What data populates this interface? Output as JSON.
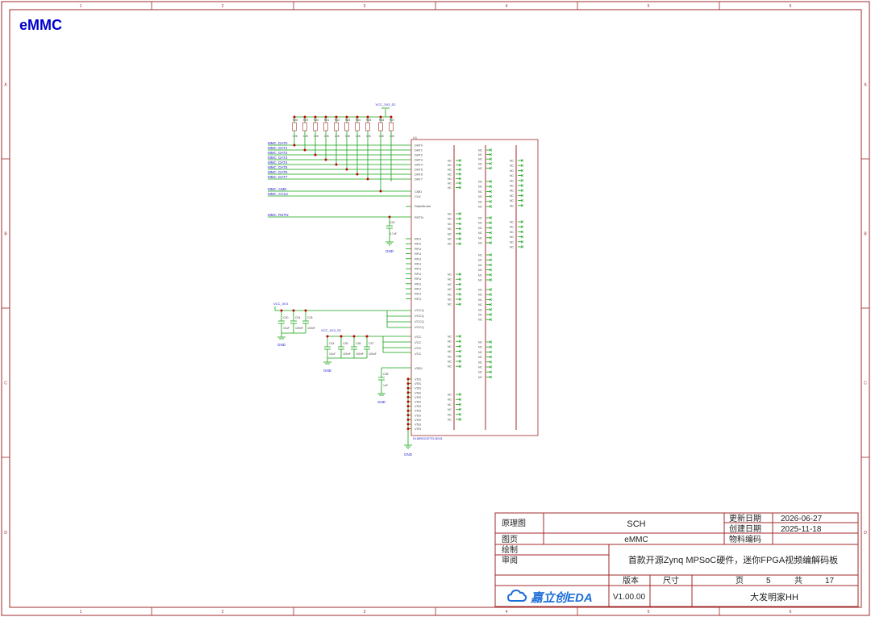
{
  "sheet": {
    "title": "eMMC",
    "columns": [
      "1",
      "2",
      "3",
      "4",
      "5",
      "6"
    ],
    "rows": [
      "A",
      "B",
      "C",
      "D"
    ]
  },
  "nets": {
    "signals": [
      "MMC_DAT0",
      "MMC_DAT1",
      "MMC_DAT2",
      "MMC_DAT3",
      "MMC_DAT4",
      "MMC_DAT5",
      "MMC_DAT6",
      "MMC_DAT7"
    ],
    "cmd": "MMC_CMD",
    "clk": "MMC_CCLK",
    "rstn": "MMC_RSTN",
    "vcc_io": "VCC_3V3_S2",
    "vcc_3v3": "VCC_3V3",
    "vcc_3v3_s2": "VCC_3V3_S2",
    "gnd": "GND"
  },
  "pullups": {
    "refs": [
      "R28",
      "R29",
      "R30",
      "R31",
      "R32",
      "R33",
      "R34",
      "R35",
      "R36",
      "R37"
    ],
    "value": "10K"
  },
  "ic": {
    "ref": "U1",
    "part": "KLMBG2JETD-B041",
    "pins_data": [
      "DAT0",
      "DAT1",
      "DAT2",
      "DAT3",
      "DAT4",
      "DAT5",
      "DAT6",
      "DAT7"
    ],
    "pin_cmd": "CMD",
    "pin_clk": "CLK",
    "pin_ds": "DataStrobe",
    "pin_rstn": "RSTN",
    "pin_rfu": "RFU",
    "pin_vccq": "VCCQ",
    "pin_vcc": "VCC",
    "pin_vddi": "VDDI",
    "pin_vss": "VSS",
    "pin_nc": "NC"
  },
  "caps": {
    "c29": {
      "ref": "C29",
      "value": "4.7uF"
    },
    "group1": [
      {
        "ref": "C30",
        "value": "10uF"
      },
      {
        "ref": "C24",
        "value": "100nF"
      },
      {
        "ref": "C28",
        "value": "100nF"
      }
    ],
    "group2": [
      {
        "ref": "C34",
        "value": "10uF"
      },
      {
        "ref": "C35",
        "value": "100nF"
      },
      {
        "ref": "C36",
        "value": "100nF"
      },
      {
        "ref": "C37",
        "value": "100nF"
      }
    ],
    "c38": {
      "ref": "C38",
      "value": "1uF"
    }
  },
  "title_block": {
    "type_label": "原理图",
    "type_value": "SCH",
    "updated_label": "更新日期",
    "updated_value": "2026-06-27",
    "created_label": "创建日期",
    "created_value": "2025-11-18",
    "page_label": "图页",
    "page_value": "eMMC",
    "material_label": "物料编码",
    "drawn_label": "绘制",
    "reviewed_label": "审阅",
    "project": "首款开源Zynq MPSoC硬件，迷你FPGA视频编解码板",
    "version_label": "版本",
    "size_label": "尺寸",
    "page_num_label": "页",
    "page_num": "5",
    "total_label": "共",
    "total_pages": "17",
    "logo_text": "嘉立创EDA",
    "version": "V1.00.00",
    "author": "大发明家HH"
  },
  "colors": {
    "border": "#a02828",
    "wire": "#13a113",
    "net_label": "#2424cc",
    "junction": "#c00000",
    "pin_text": "#444444",
    "title": "#0000cc",
    "logo": "#1e6fd9"
  }
}
